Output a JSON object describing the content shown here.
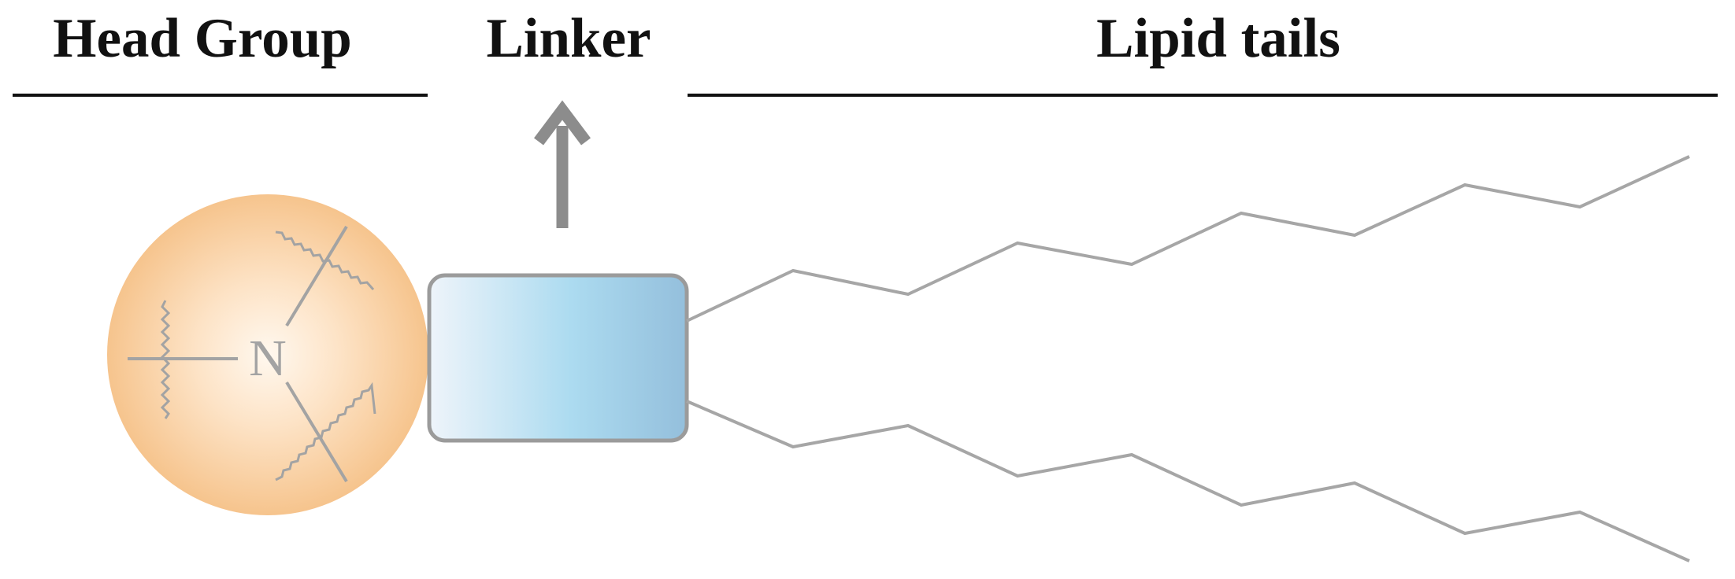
{
  "sections": {
    "head_group": "Head Group",
    "linker": "Linker",
    "lipid_tails": "Lipid tails"
  },
  "molecule": {
    "nitrogen_label": "N"
  },
  "icons": {
    "arrow": "up-arrow-icon"
  },
  "colors": {
    "text": "#111111",
    "divider": "#111111",
    "head_fill_center": "#fff8ef",
    "head_fill_edge": "#f6c58f",
    "linker_left": "#eef4fa",
    "linker_mid": "#aedcf0",
    "linker_right": "#96c2df",
    "outline": "#9b9b9b",
    "tail": "#a6a6a6",
    "arrow": "#8c8c8c"
  }
}
